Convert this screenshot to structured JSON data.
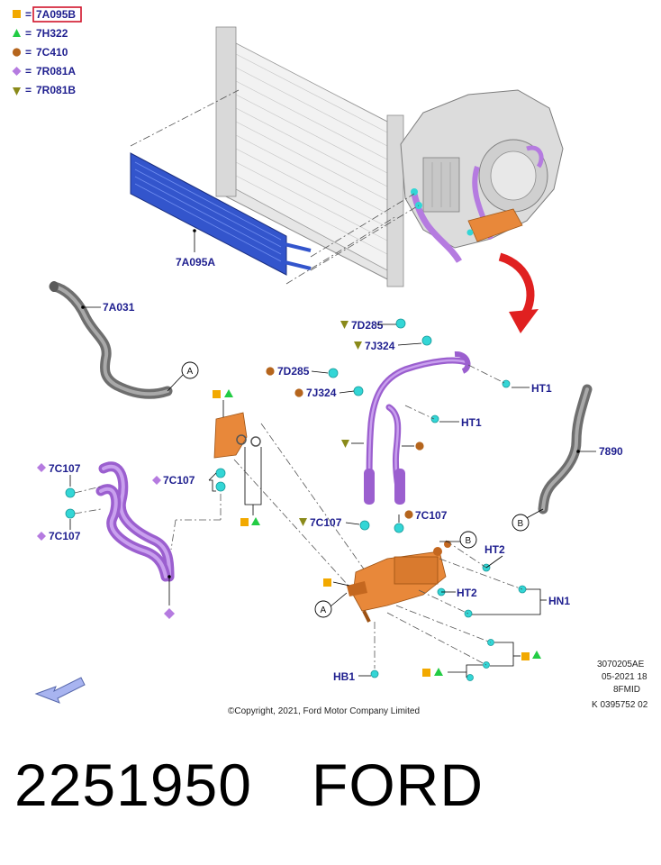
{
  "legend": [
    {
      "symbol": "square",
      "color": "#f2a900",
      "code": "7A095B",
      "highlighted": true
    },
    {
      "symbol": "triangle-up",
      "color": "#22cc44",
      "code": "7H322",
      "highlighted": false
    },
    {
      "symbol": "circle",
      "color": "#b5651d",
      "code": "7C410",
      "highlighted": false
    },
    {
      "symbol": "diamond",
      "color": "#b57be0",
      "code": "7R081A",
      "highlighted": false
    },
    {
      "symbol": "triangle-down",
      "color": "#8a8a1a",
      "code": "7R081B",
      "highlighted": false
    }
  ],
  "legend_eq": "=",
  "labels": {
    "cooler": "7A095A",
    "hose_7a031": "7A031",
    "d285": "7D285",
    "j324_top": "7J324",
    "d285_b": "7D285",
    "j324_b": "7J324",
    "ht1_a": "HT1",
    "ht1_b": "HT1",
    "hose_7890": "7890",
    "c107_left_top": "7C107",
    "c107_left_bot": "7C107",
    "c107_mid": "7C107",
    "c107_r1": "7C107",
    "c107_r2": "7C107",
    "ht2_a": "HT2",
    "ht2_b": "HT2",
    "hn1": "HN1",
    "hb1": "HB1"
  },
  "callouts": {
    "a": "A",
    "b": "B"
  },
  "info": {
    "line1": "3070205AE",
    "line2": "05-2021 18",
    "line3": "8FMID",
    "line4": "K 0395752 02"
  },
  "copyright": "©Copyright, 2021, Ford Motor Company Limited",
  "part_number": "2251950",
  "brand": "FORD",
  "colors": {
    "label": "#1f1f8f",
    "hose_purple": "#b57be0",
    "cooler_blue": "#3355cc",
    "bracket_orange": "#e8883a",
    "clip_cyan": "#33d6d6",
    "arrow_red": "#e02020",
    "hose_grey": "#7a7a7a"
  }
}
